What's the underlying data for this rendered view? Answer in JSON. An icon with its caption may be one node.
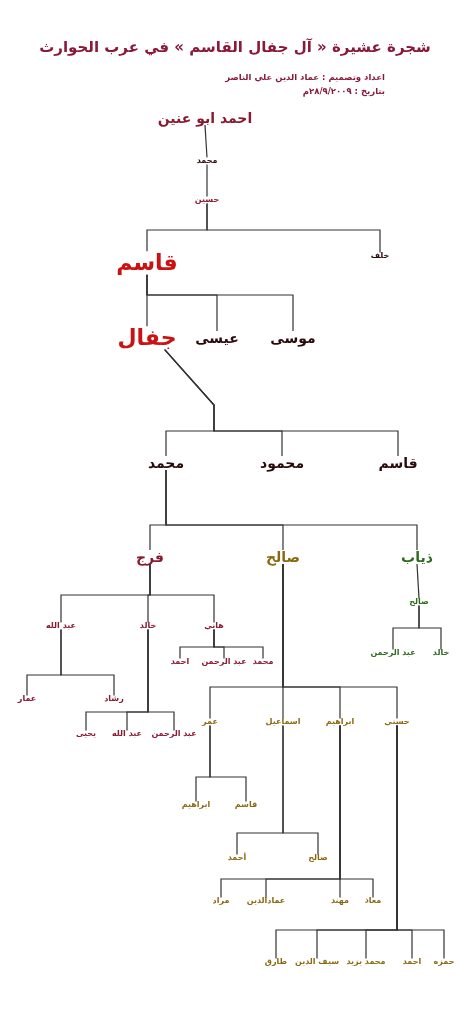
{
  "diagram": {
    "title": "شجرة عشيرة « آل جفال القاسم » في عرب الحوارث",
    "nodes": [
      {
        "text": [
          "احمد ابو عنين"
        ]
      },
      {
        "text": [
          "محمد"
        ]
      },
      {
        "text": [
          "حسين"
        ]
      },
      {
        "text": [
          "قاسم"
        ]
      },
      {
        "text": [
          "خلف"
        ]
      },
      {
        "text": [
          "موسى"
        ]
      },
      {
        "text": [
          "عيسى"
        ]
      },
      {
        "text": [
          "جفال"
        ]
      },
      {
        "text": [
          "قاسم"
        ]
      },
      {
        "text": [
          "محمود"
        ]
      },
      {
        "text": [
          "محمد"
        ]
      },
      {
        "text": [
          "ذياب"
        ]
      },
      {
        "text": [
          "صالح"
        ]
      },
      {
        "text": [
          "فرج"
        ]
      },
      {
        "text": [
          "صالح"
        ]
      },
      {
        "text": [
          "خالد"
        ]
      },
      {
        "text": [
          "عبد الرحمن"
        ]
      },
      {
        "text": [
          "هاني"
        ]
      },
      {
        "text": [
          "خالد"
        ]
      },
      {
        "text": [
          "عبد الله"
        ]
      },
      {
        "text": [
          "محمد"
        ]
      },
      {
        "text": [
          "عبد الرحمن"
        ]
      },
      {
        "text": [
          "احمد"
        ]
      },
      {
        "text": [
          "رشاد"
        ]
      },
      {
        "text": [
          "عمار"
        ]
      },
      {
        "text": [
          "عبد الرحمن"
        ]
      },
      {
        "text": [
          "عبد الله"
        ]
      },
      {
        "text": [
          "يحيى"
        ]
      },
      {
        "text": [
          "حسني"
        ]
      },
      {
        "text": [
          "ابراهيم"
        ]
      },
      {
        "text": [
          "اسماعيل"
        ]
      },
      {
        "text": [
          "عمر"
        ]
      },
      {
        "text": [
          "قاسم"
        ]
      },
      {
        "text": [
          "ابراهيم"
        ]
      },
      {
        "text": [
          "صالح"
        ]
      },
      {
        "text": [
          "أحمد"
        ]
      },
      {
        "text": [
          "معاذ"
        ]
      },
      {
        "text": [
          "مهند"
        ]
      },
      {
        "text": [
          "عمادالدين"
        ]
      },
      {
        "text": [
          "مراد"
        ]
      },
      {
        "text": [
          "حمزه"
        ]
      },
      {
        "text": [
          "احمد"
        ]
      },
      {
        "text": [
          "محمد يزيد"
        ]
      },
      {
        "text": [
          "سيف الدين"
        ]
      },
      {
        "text": [
          "طارق"
        ]
      }
    ],
    "edges": [
      {
        "from": 0,
        "to": 1,
        "arrow": "none"
      },
      {
        "from": 1,
        "to": 2,
        "arrow": "none"
      },
      {
        "from": 2,
        "to": 3,
        "arrow": "none"
      },
      {
        "from": 2,
        "to": 4,
        "arrow": "none"
      },
      {
        "from": 3,
        "to": 5,
        "arrow": "none"
      },
      {
        "from": 3,
        "to": 6,
        "arrow": "none"
      },
      {
        "from": 3,
        "to": 7,
        "arrow": "none"
      },
      {
        "from": 7,
        "to": 8,
        "arrow": "none"
      },
      {
        "from": 7,
        "to": 9,
        "arrow": "none"
      },
      {
        "from": 7,
        "to": 10,
        "arrow": "none"
      },
      {
        "from": 10,
        "to": 11,
        "arrow": "none"
      },
      {
        "from": 10,
        "to": 12,
        "arrow": "none"
      },
      {
        "from": 10,
        "to": 13,
        "arrow": "none"
      },
      {
        "from": 11,
        "to": 14,
        "arrow": "none"
      },
      {
        "from": 14,
        "to": 15,
        "arrow": "none"
      },
      {
        "from": 14,
        "to": 16,
        "arrow": "none"
      },
      {
        "from": 13,
        "to": 17,
        "arrow": "none"
      },
      {
        "from": 13,
        "to": 18,
        "arrow": "none"
      },
      {
        "from": 13,
        "to": 19,
        "arrow": "none"
      },
      {
        "from": 17,
        "to": 20,
        "arrow": "none"
      },
      {
        "from": 17,
        "to": 21,
        "arrow": "none"
      },
      {
        "from": 17,
        "to": 22,
        "arrow": "none"
      },
      {
        "from": 19,
        "to": 23,
        "arrow": "none"
      },
      {
        "from": 19,
        "to": 24,
        "arrow": "none"
      },
      {
        "from": 18,
        "to": 25,
        "arrow": "none"
      },
      {
        "from": 18,
        "to": 26,
        "arrow": "none"
      },
      {
        "from": 18,
        "to": 27,
        "arrow": "none"
      },
      {
        "from": 12,
        "to": 28,
        "arrow": "none"
      },
      {
        "from": 12,
        "to": 29,
        "arrow": "none"
      },
      {
        "from": 12,
        "to": 30,
        "arrow": "none"
      },
      {
        "from": 12,
        "to": 31,
        "arrow": "none"
      },
      {
        "from": 31,
        "to": 32,
        "arrow": "none"
      },
      {
        "from": 31,
        "to": 33,
        "arrow": "none"
      },
      {
        "from": 30,
        "to": 34,
        "arrow": "none"
      },
      {
        "from": 30,
        "to": 35,
        "arrow": "none"
      },
      {
        "from": 29,
        "to": 36,
        "arrow": "none"
      },
      {
        "from": 29,
        "to": 37,
        "arrow": "none"
      },
      {
        "from": 29,
        "to": 38,
        "arrow": "none"
      },
      {
        "from": 29,
        "to": 39,
        "arrow": "none"
      },
      {
        "from": 28,
        "to": 40,
        "arrow": "none"
      },
      {
        "from": 28,
        "to": 41,
        "arrow": "none"
      },
      {
        "from": 28,
        "to": 42,
        "arrow": "none"
      },
      {
        "from": 28,
        "to": 43,
        "arrow": "none"
      },
      {
        "from": 28,
        "to": 44,
        "arrow": "none"
      }
    ],
    "labels": [
      "اعداد وتصميم : عماد الدين علي الناصر",
      "بتاريخ : ٢٨/٩/٢٠٠٩م"
    ]
  }
}
